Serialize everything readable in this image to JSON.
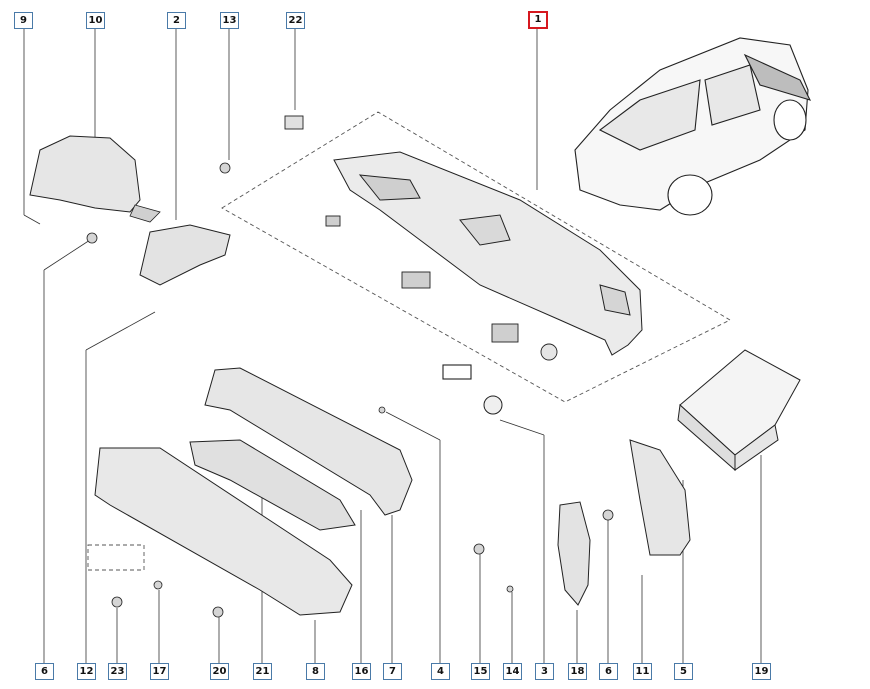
{
  "diagram": {
    "callouts": [
      "9",
      "10",
      "2",
      "13",
      "22",
      "1",
      "6",
      "12",
      "23",
      "17",
      "20",
      "21",
      "8",
      "16",
      "7",
      "4",
      "15",
      "14",
      "3",
      "18",
      "6",
      "11",
      "5",
      "19"
    ],
    "highlighted_callout": "1",
    "colors": {
      "callout_border": "#4a7aa8",
      "highlight_border": "#d6181f",
      "line": "#222222",
      "part_fill": "#e9e9e9"
    }
  }
}
